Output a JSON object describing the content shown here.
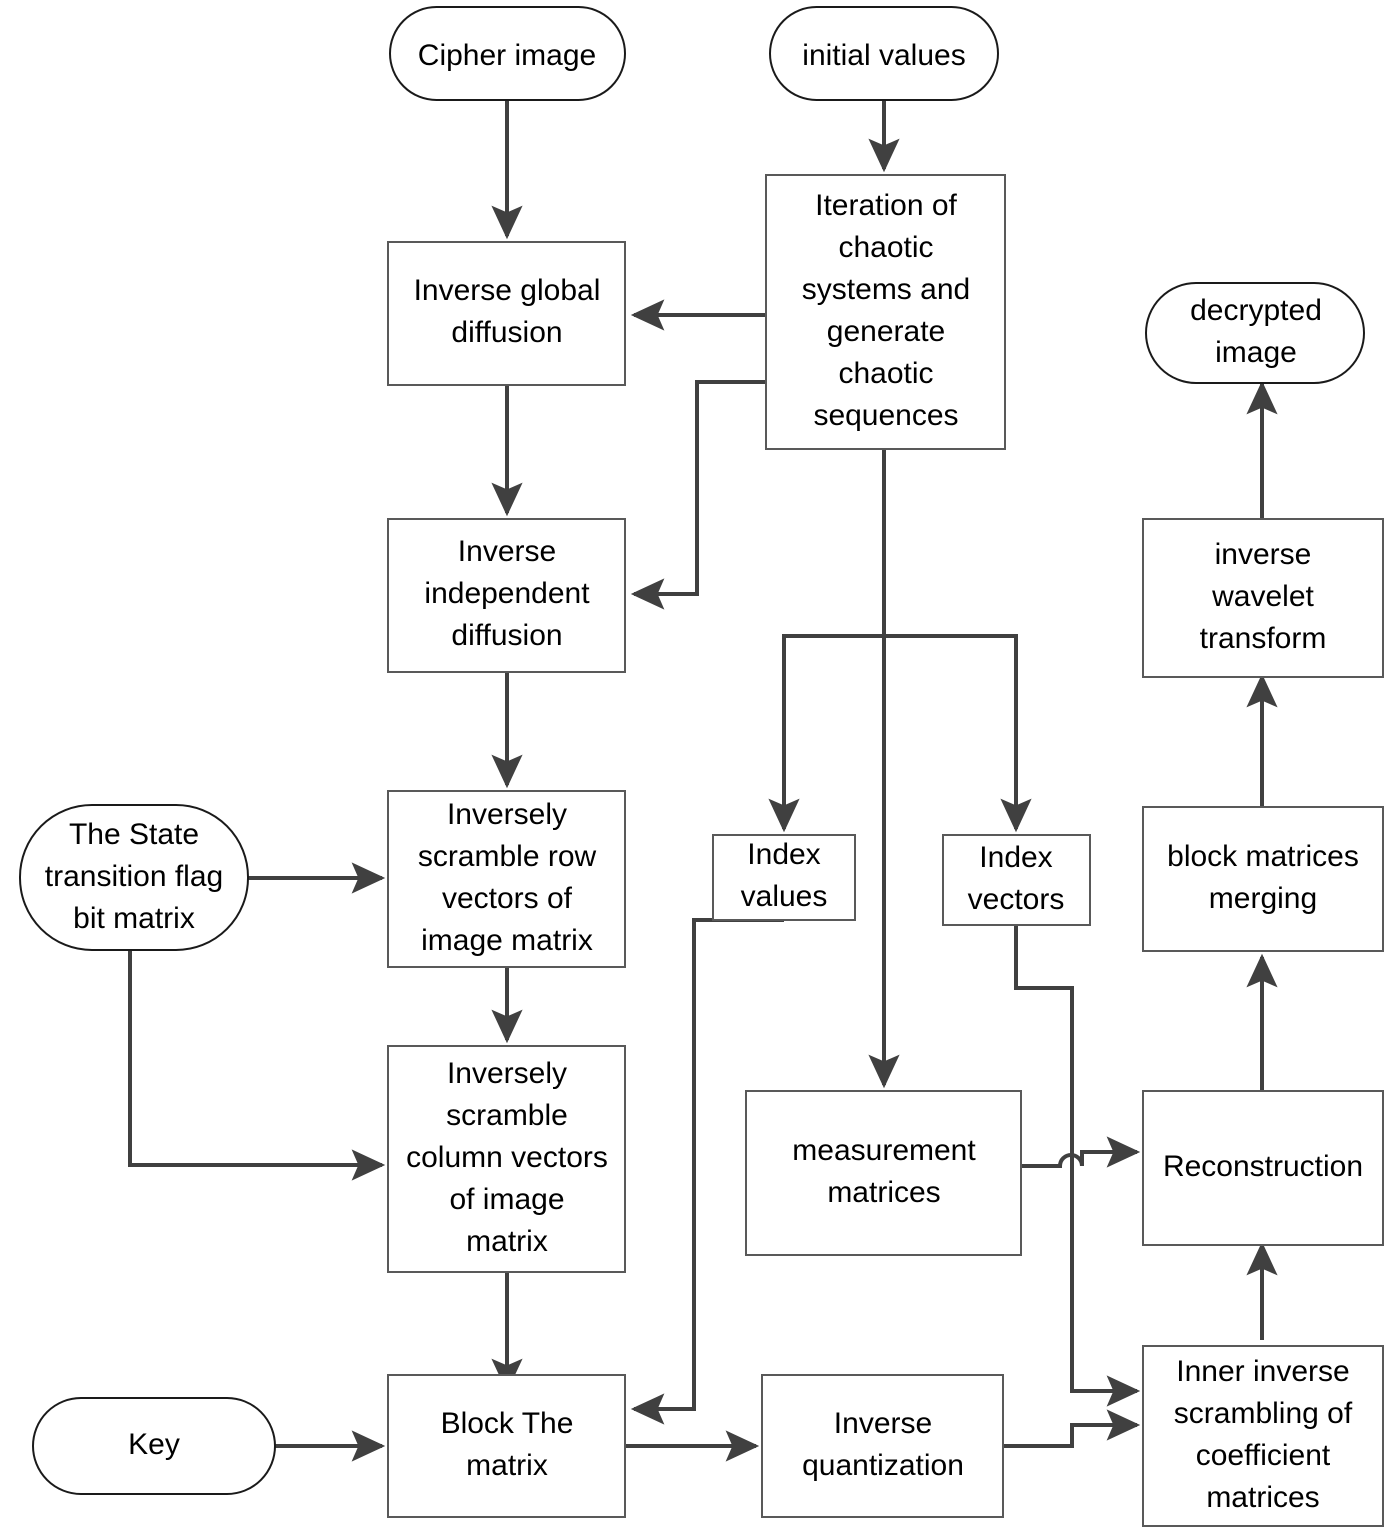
{
  "diagram": {
    "title": "Image decryption flowchart",
    "colors": {
      "box_stroke": "#595959",
      "terminator_stroke": "#1a1a1a",
      "edge": "#404040",
      "background": "#ffffff",
      "text": "#000000"
    },
    "nodes": {
      "cipher_image": {
        "label": "Cipher image",
        "shape": "stadium"
      },
      "initial_values": {
        "label": "initial values",
        "shape": "stadium"
      },
      "state_flag_matrix": {
        "label": "The State transition flag bit matrix",
        "shape": "stadium"
      },
      "key": {
        "label": "Key",
        "shape": "stadium"
      },
      "decrypted_image": {
        "label": "decrypted image",
        "shape": "stadium"
      },
      "inverse_global_diffusion": {
        "label": "Inverse global diffusion",
        "shape": "rect"
      },
      "iteration_chaotic": {
        "label": "Iteration of chaotic systems and generate chaotic sequences",
        "shape": "rect"
      },
      "inverse_independent_diffusion": {
        "label": "Inverse independent diffusion",
        "shape": "rect"
      },
      "inversely_scramble_rows": {
        "label": "Inversely scramble row vectors of image matrix",
        "shape": "rect"
      },
      "inversely_scramble_cols": {
        "label": "Inversely scramble column vectors of image matrix",
        "shape": "rect"
      },
      "index_values": {
        "label": "Index values",
        "shape": "rect"
      },
      "index_vectors": {
        "label": "Index vectors",
        "shape": "rect"
      },
      "measurement_matrices": {
        "label": "measurement matrices",
        "shape": "rect"
      },
      "block_the_matrix": {
        "label": "Block The matrix",
        "shape": "rect"
      },
      "inverse_quantization": {
        "label": "Inverse quantization",
        "shape": "rect"
      },
      "inner_inverse_scrambling": {
        "label": "Inner inverse scrambling of coefficient matrices",
        "shape": "rect"
      },
      "reconstruction": {
        "label": "Reconstruction",
        "shape": "rect"
      },
      "block_matrices_merging": {
        "label": "block matrices merging",
        "shape": "rect"
      },
      "inverse_wavelet_transform": {
        "label": "inverse wavelet transform",
        "shape": "rect"
      }
    },
    "node_lines": {
      "cipher_image": [
        "Cipher image"
      ],
      "initial_values": [
        "initial values"
      ],
      "state_flag_matrix": [
        "The State",
        "transition flag",
        "bit matrix"
      ],
      "key": [
        "Key"
      ],
      "decrypted_image": [
        "decrypted",
        "image"
      ],
      "inverse_global_diffusion": [
        "Inverse global",
        "diffusion"
      ],
      "iteration_chaotic": [
        "Iteration of",
        "chaotic",
        "systems and",
        "generate",
        "chaotic",
        "sequences"
      ],
      "inverse_independent_diffusion": [
        "Inverse",
        "independent",
        "diffusion"
      ],
      "inversely_scramble_rows": [
        "Inversely",
        "scramble row",
        "vectors of",
        "image matrix"
      ],
      "inversely_scramble_cols": [
        "Inversely",
        "scramble",
        "column vectors",
        "of image",
        "matrix"
      ],
      "index_values": [
        "Index",
        "values"
      ],
      "index_vectors": [
        "Index",
        "vectors"
      ],
      "measurement_matrices": [
        "measurement",
        "matrices"
      ],
      "block_the_matrix": [
        "Block The",
        "matrix"
      ],
      "inverse_quantization": [
        "Inverse",
        "quantization"
      ],
      "inner_inverse_scrambling": [
        "Inner inverse",
        "scrambling of",
        "coefficient",
        "matrices"
      ],
      "reconstruction": [
        "Reconstruction"
      ],
      "block_matrices_merging": [
        "block matrices",
        "merging"
      ],
      "inverse_wavelet_transform": [
        "inverse",
        "wavelet",
        "transform"
      ]
    },
    "edges": [
      {
        "from": "cipher_image",
        "to": "inverse_global_diffusion",
        "arrow": true
      },
      {
        "from": "initial_values",
        "to": "iteration_chaotic",
        "arrow": true
      },
      {
        "from": "iteration_chaotic",
        "to": "inverse_global_diffusion",
        "arrow": true
      },
      {
        "from": "iteration_chaotic",
        "to": "inverse_independent_diffusion",
        "arrow": true
      },
      {
        "from": "iteration_chaotic",
        "to": "index_values",
        "arrow": true
      },
      {
        "from": "iteration_chaotic",
        "to": "index_vectors",
        "arrow": true
      },
      {
        "from": "iteration_chaotic",
        "to": "measurement_matrices",
        "arrow": true
      },
      {
        "from": "inverse_global_diffusion",
        "to": "inverse_independent_diffusion",
        "arrow": true
      },
      {
        "from": "inverse_independent_diffusion",
        "to": "inversely_scramble_rows",
        "arrow": true
      },
      {
        "from": "state_flag_matrix",
        "to": "inversely_scramble_rows",
        "arrow": true
      },
      {
        "from": "state_flag_matrix",
        "to": "inversely_scramble_cols",
        "arrow": true
      },
      {
        "from": "inversely_scramble_rows",
        "to": "inversely_scramble_cols",
        "arrow": true
      },
      {
        "from": "inversely_scramble_cols",
        "to": "block_the_matrix",
        "arrow": true
      },
      {
        "from": "key",
        "to": "block_the_matrix",
        "arrow": true
      },
      {
        "from": "index_values",
        "to": "block_the_matrix",
        "arrow": true
      },
      {
        "from": "block_the_matrix",
        "to": "inverse_quantization",
        "arrow": true
      },
      {
        "from": "inverse_quantization",
        "to": "inner_inverse_scrambling",
        "arrow": true
      },
      {
        "from": "index_vectors",
        "to": "inner_inverse_scrambling",
        "arrow": true
      },
      {
        "from": "measurement_matrices",
        "to": "reconstruction",
        "arrow": true,
        "crossing_hop": true
      },
      {
        "from": "inner_inverse_scrambling",
        "to": "reconstruction",
        "arrow": true
      },
      {
        "from": "reconstruction",
        "to": "block_matrices_merging",
        "arrow": true
      },
      {
        "from": "block_matrices_merging",
        "to": "inverse_wavelet_transform",
        "arrow": true
      },
      {
        "from": "inverse_wavelet_transform",
        "to": "decrypted_image",
        "arrow": true
      }
    ]
  }
}
